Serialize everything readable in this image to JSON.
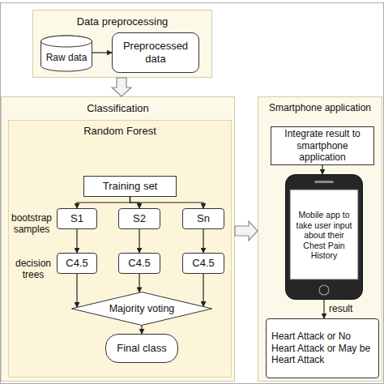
{
  "diagram": {
    "nodes": [
      {
        "text": [
          "Data preprocessing"
        ]
      },
      {
        "text": [
          "Raw data"
        ],
        "in": 0
      },
      {
        "text": [
          "Preprocessed data"
        ],
        "in": 0
      },
      {
        "text": [
          "Classification"
        ]
      },
      {
        "text": [
          "Random Forest"
        ],
        "in": 3
      },
      {
        "text": [
          "Training set"
        ],
        "in": 4
      },
      {
        "text": [
          "S1"
        ],
        "in": 4
      },
      {
        "text": [
          "S2"
        ],
        "in": 4
      },
      {
        "text": [
          "Sn"
        ],
        "in": 4
      },
      {
        "text": [
          "C4.5"
        ],
        "in": 4
      },
      {
        "text": [
          "C4.5"
        ],
        "in": 4
      },
      {
        "text": [
          "C4.5"
        ],
        "in": 4
      },
      {
        "text": [
          "Majority voting"
        ],
        "in": 4
      },
      {
        "text": [
          "Final class"
        ],
        "in": 4
      },
      {
        "text": [
          "Smartphone application"
        ]
      },
      {
        "text": [
          "Integrate result to smartphone application"
        ],
        "in": 14
      },
      {
        "text": [
          "Mobile app to take user input about their Chest Pain History"
        ],
        "in": 14
      },
      {
        "text": [
          "Heart Attack or No Heart Attack or May be Heart Attack"
        ],
        "in": 14
      }
    ],
    "edges": [
      {
        "from": 1,
        "to": 2,
        "arrow": "to"
      },
      {
        "from": 0,
        "to": 3,
        "arrow": "to"
      },
      {
        "from": 3,
        "to": 14,
        "arrow": "to"
      },
      {
        "from": 5,
        "to": 6,
        "arrow": "to"
      },
      {
        "from": 5,
        "to": 7,
        "arrow": "to"
      },
      {
        "from": 5,
        "to": 8,
        "arrow": "to"
      },
      {
        "from": 6,
        "to": 9,
        "arrow": "to"
      },
      {
        "from": 7,
        "to": 10,
        "arrow": "to"
      },
      {
        "from": 8,
        "to": 11,
        "arrow": "to"
      },
      {
        "from": 9,
        "to": 12,
        "arrow": "to"
      },
      {
        "from": 10,
        "to": 12,
        "arrow": "to"
      },
      {
        "from": 11,
        "to": 12,
        "arrow": "to"
      },
      {
        "from": 12,
        "to": 13,
        "arrow": "to"
      },
      {
        "from": 15,
        "to": 16,
        "arrow": "to"
      },
      {
        "from": 16,
        "to": 17,
        "label": "result",
        "arrow": "to"
      }
    ],
    "labels": [
      "bootstrap samples",
      "decision trees"
    ]
  }
}
